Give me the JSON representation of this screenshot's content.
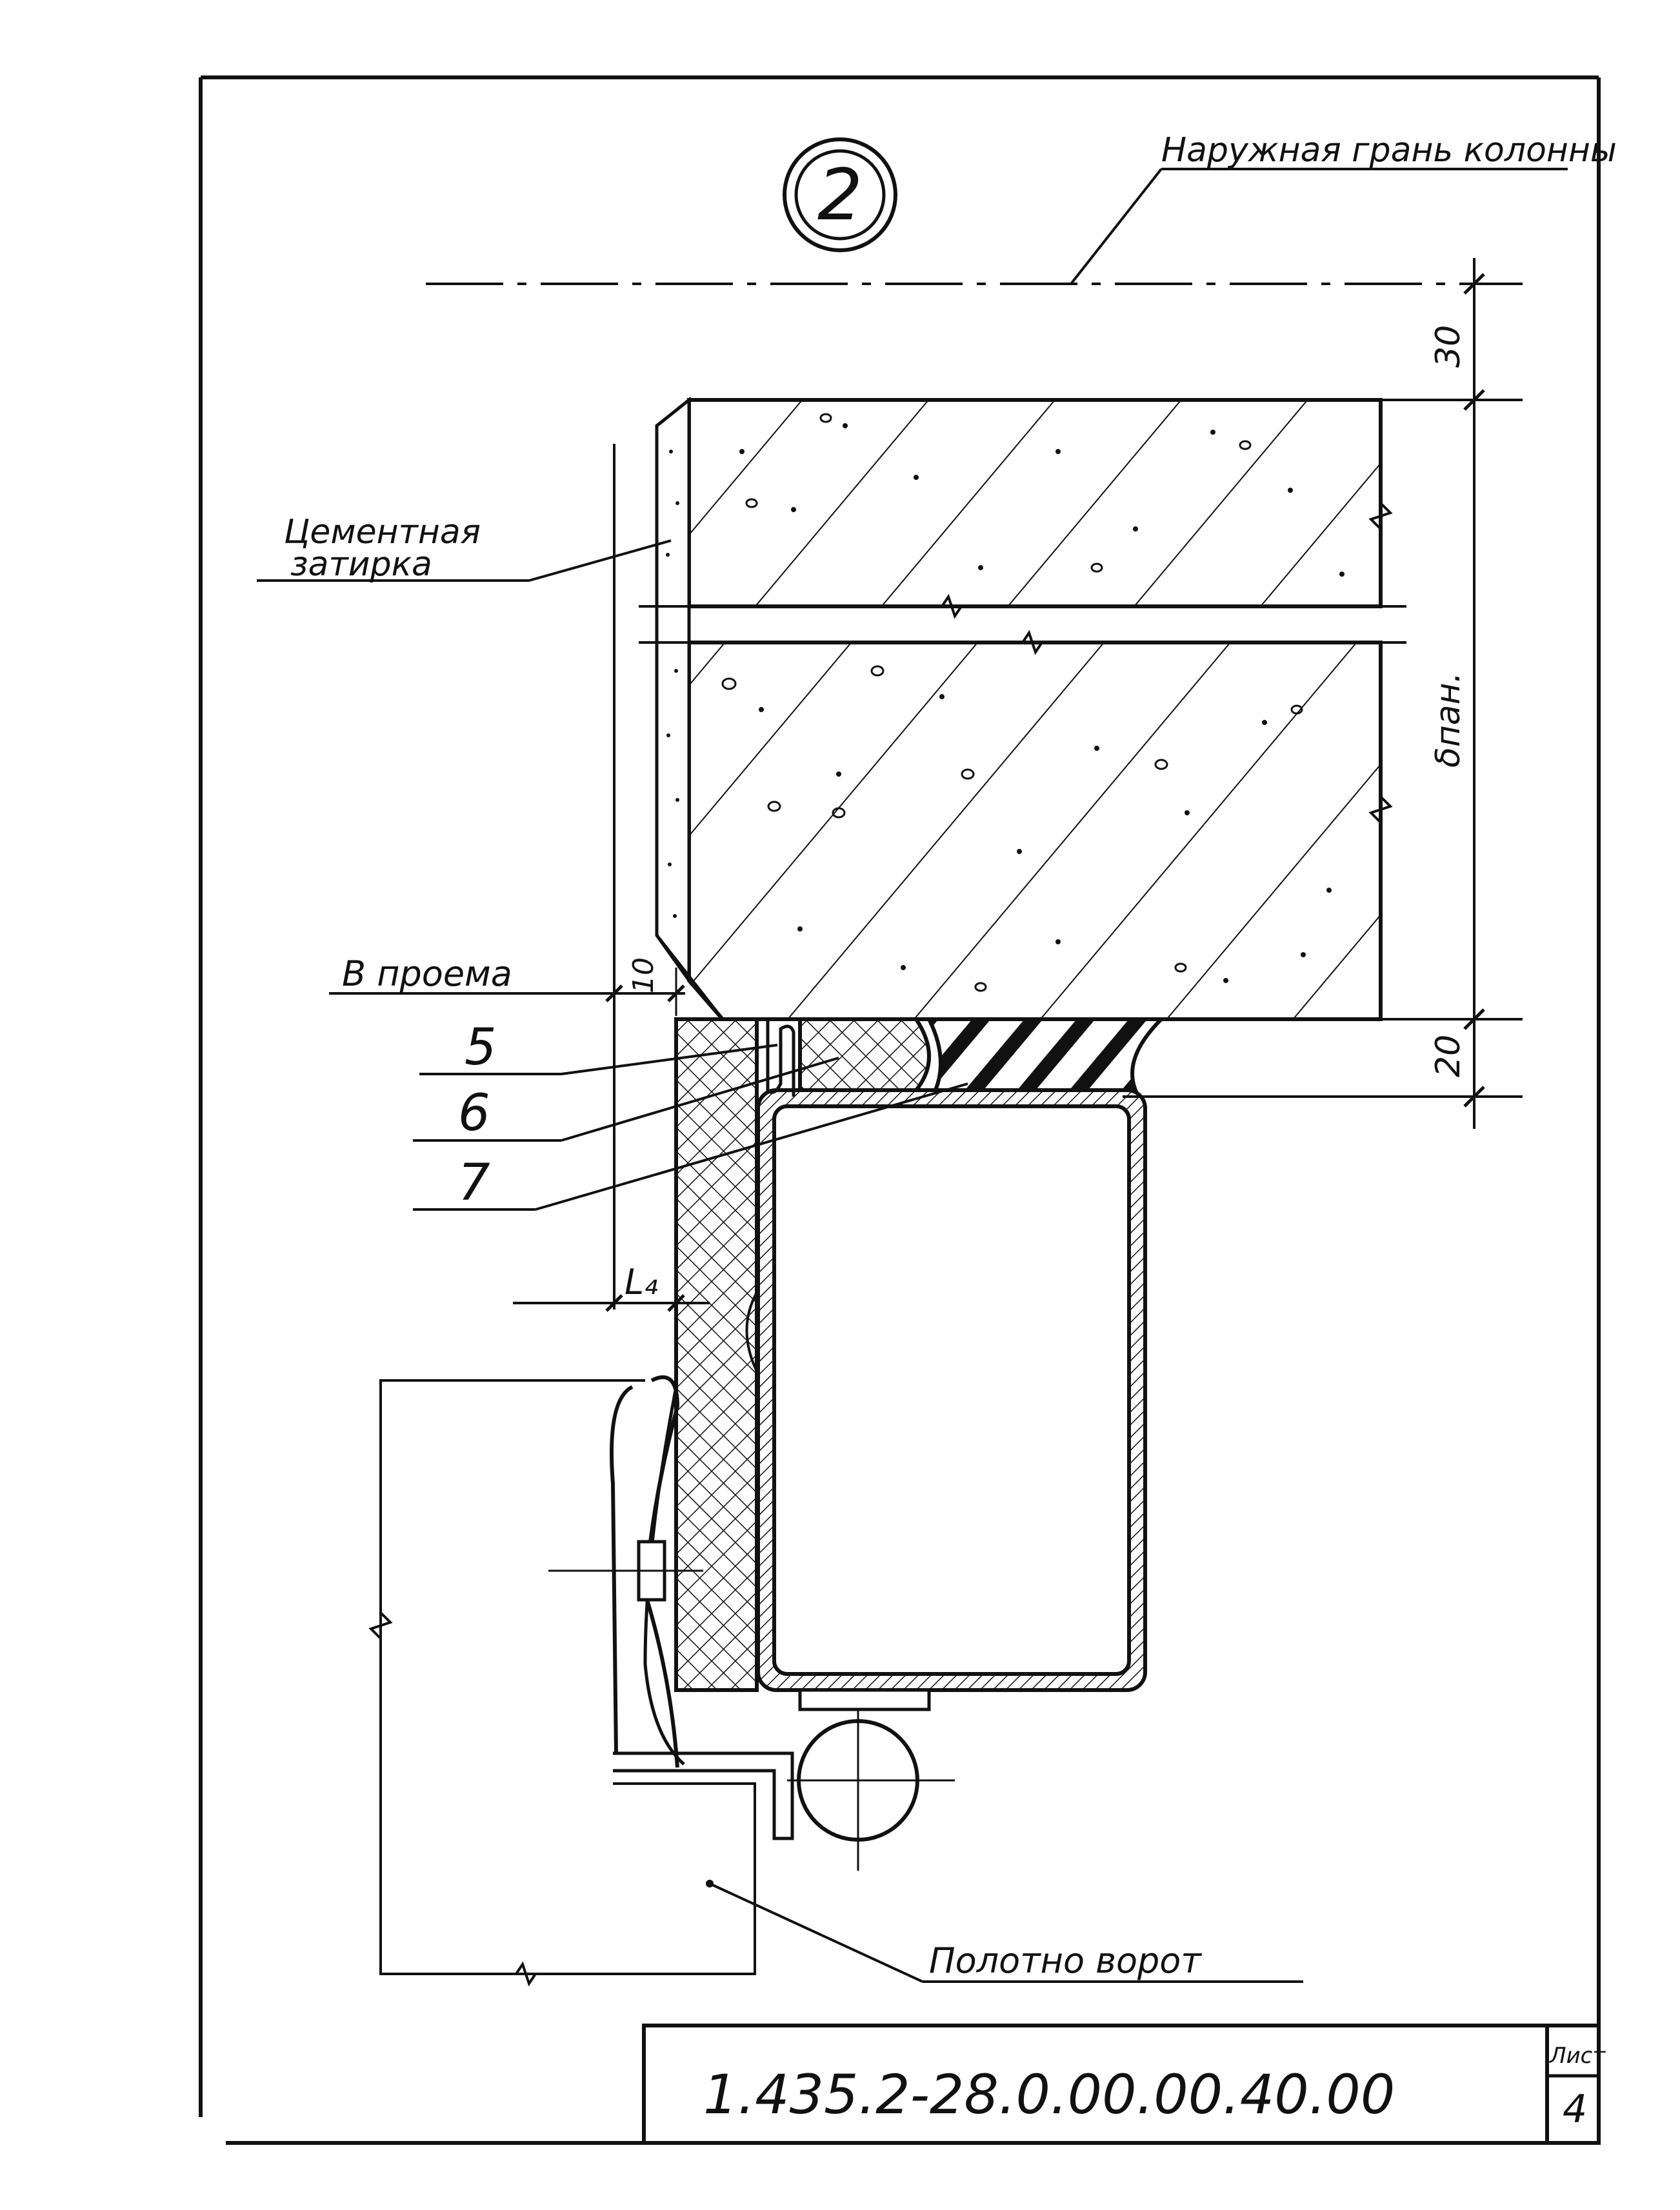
{
  "detail": {
    "marker": "2"
  },
  "labels": {
    "outer_face": "Наружная грань колонны",
    "cement_grout_line1": "Цементная",
    "cement_grout_line2": "затирка",
    "opening": "В проема",
    "gate_leaf": "Полотно ворот"
  },
  "dimensions": {
    "top": "30",
    "gap": "10",
    "seal": "20",
    "panel_thickness": "δпан.",
    "l4": "L₄"
  },
  "callouts": {
    "c5": "5",
    "c6": "6",
    "c7": "7"
  },
  "title_block": {
    "doc_number": "1.435.2-28.0.00.00.40.00",
    "sheet_label": "Лист",
    "sheet_number": "4"
  }
}
